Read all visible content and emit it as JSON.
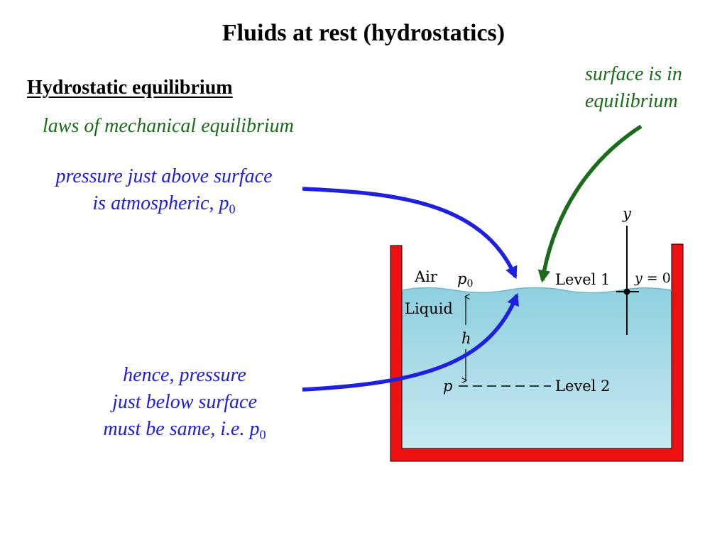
{
  "title": "Fluids at rest (hydrostatics)",
  "subtitle": "Hydrostatic equilibrium",
  "laws_text": "laws of mechanical equilibrium",
  "surface_note": {
    "line1": "surface is in",
    "line2": "equilibrium"
  },
  "above_note": {
    "line1": "pressure just above surface",
    "line2_prefix": "is atmospheric, ",
    "symbol": "p",
    "subscript": "0"
  },
  "below_note": {
    "line1": "hence, pressure",
    "line2": "just below surface",
    "line3_prefix": "must be same, i.e.  ",
    "symbol": "p",
    "subscript": "0"
  },
  "diagram": {
    "air_label": "Air",
    "p0_symbol": "p",
    "p0_subscript": "0",
    "liquid_label": "Liquid",
    "h_label": "h",
    "p_label": "p",
    "level1_label": "Level 1",
    "level2_label": "Level 2",
    "y_axis_label": "y",
    "y_zero_symbol": "y",
    "y_zero_value": " = 0"
  },
  "colors": {
    "container": "#ee1111",
    "liquid_top": "#8fd0e0",
    "liquid_bottom": "#c8e9f1",
    "blue_arrow": "#1f1fe0",
    "green_arrow": "#1a6b1a",
    "blue_text": "#1f1fd6",
    "green_text": "#1a6b1a"
  }
}
